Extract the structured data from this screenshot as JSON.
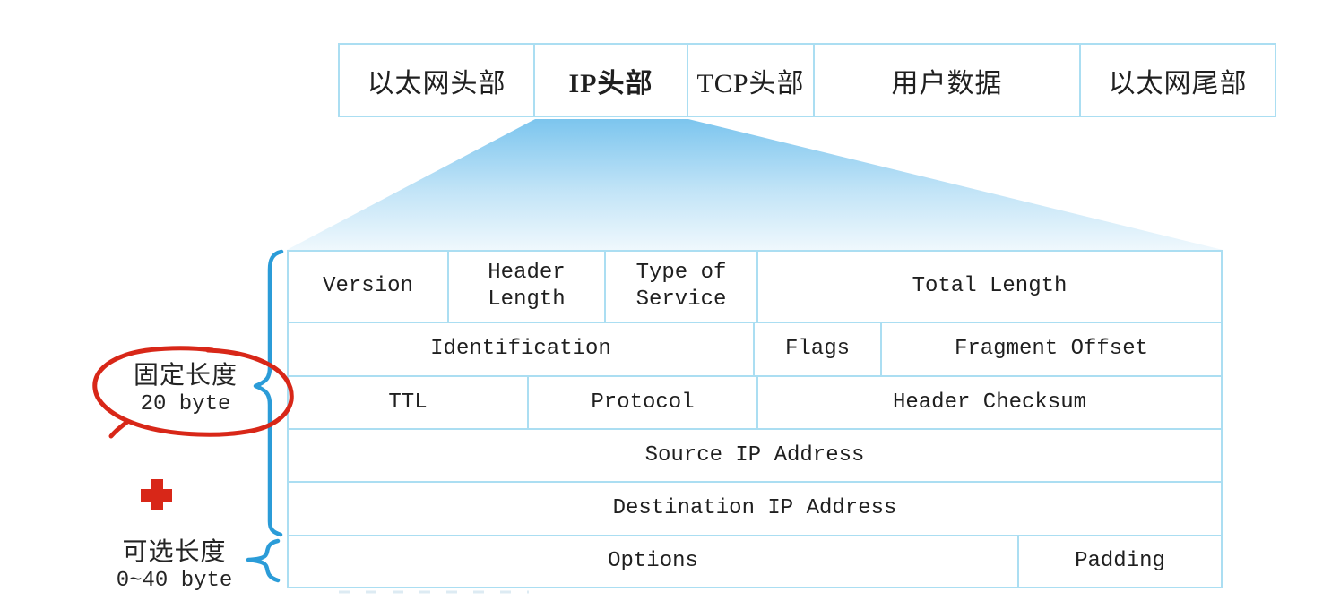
{
  "frame_table": {
    "cells": [
      {
        "label": "以太网头部"
      },
      {
        "label": "IP头部"
      },
      {
        "label": "TCP头部"
      },
      {
        "label": "用户数据"
      },
      {
        "label": "以太网尾部"
      }
    ]
  },
  "ip_table": {
    "rows": [
      {
        "cells": [
          {
            "label": "Version"
          },
          {
            "label": "Header\nLength"
          },
          {
            "label": "Type of\nService"
          },
          {
            "label": "Total Length"
          }
        ]
      },
      {
        "cells": [
          {
            "label": "Identification"
          },
          {
            "label": "Flags"
          },
          {
            "label": "Fragment Offset"
          }
        ]
      },
      {
        "cells": [
          {
            "label": "TTL"
          },
          {
            "label": "Protocol"
          },
          {
            "label": "Header Checksum"
          }
        ]
      },
      {
        "cells": [
          {
            "label": "Source IP Address"
          }
        ]
      },
      {
        "cells": [
          {
            "label": "Destination IP Address"
          }
        ]
      },
      {
        "cells": [
          {
            "label": "Options"
          },
          {
            "label": "Padding"
          }
        ]
      }
    ]
  },
  "annotations": {
    "fixed_length": {
      "line1": "固定长度",
      "line2": "20 byte"
    },
    "optional_length": {
      "line1": "可选长度",
      "line2": "0~40 byte"
    }
  },
  "icons": {
    "red_ellipse": "hand-drawn-circle-highlight",
    "red_plus": "plus-cross",
    "fixed_brace": "curly-brace-left",
    "optional_brace": "curly-brace-left"
  },
  "colors": {
    "border": "#abdef2",
    "brace_blue": "#2b9cd8",
    "annotation_red": "#d82718",
    "text": "#1f1f1f",
    "funnel_top": "#7cc5ee",
    "funnel_mid": "#c2e4f7",
    "funnel_bottom": "#eff8fd",
    "background": "#ffffff"
  }
}
